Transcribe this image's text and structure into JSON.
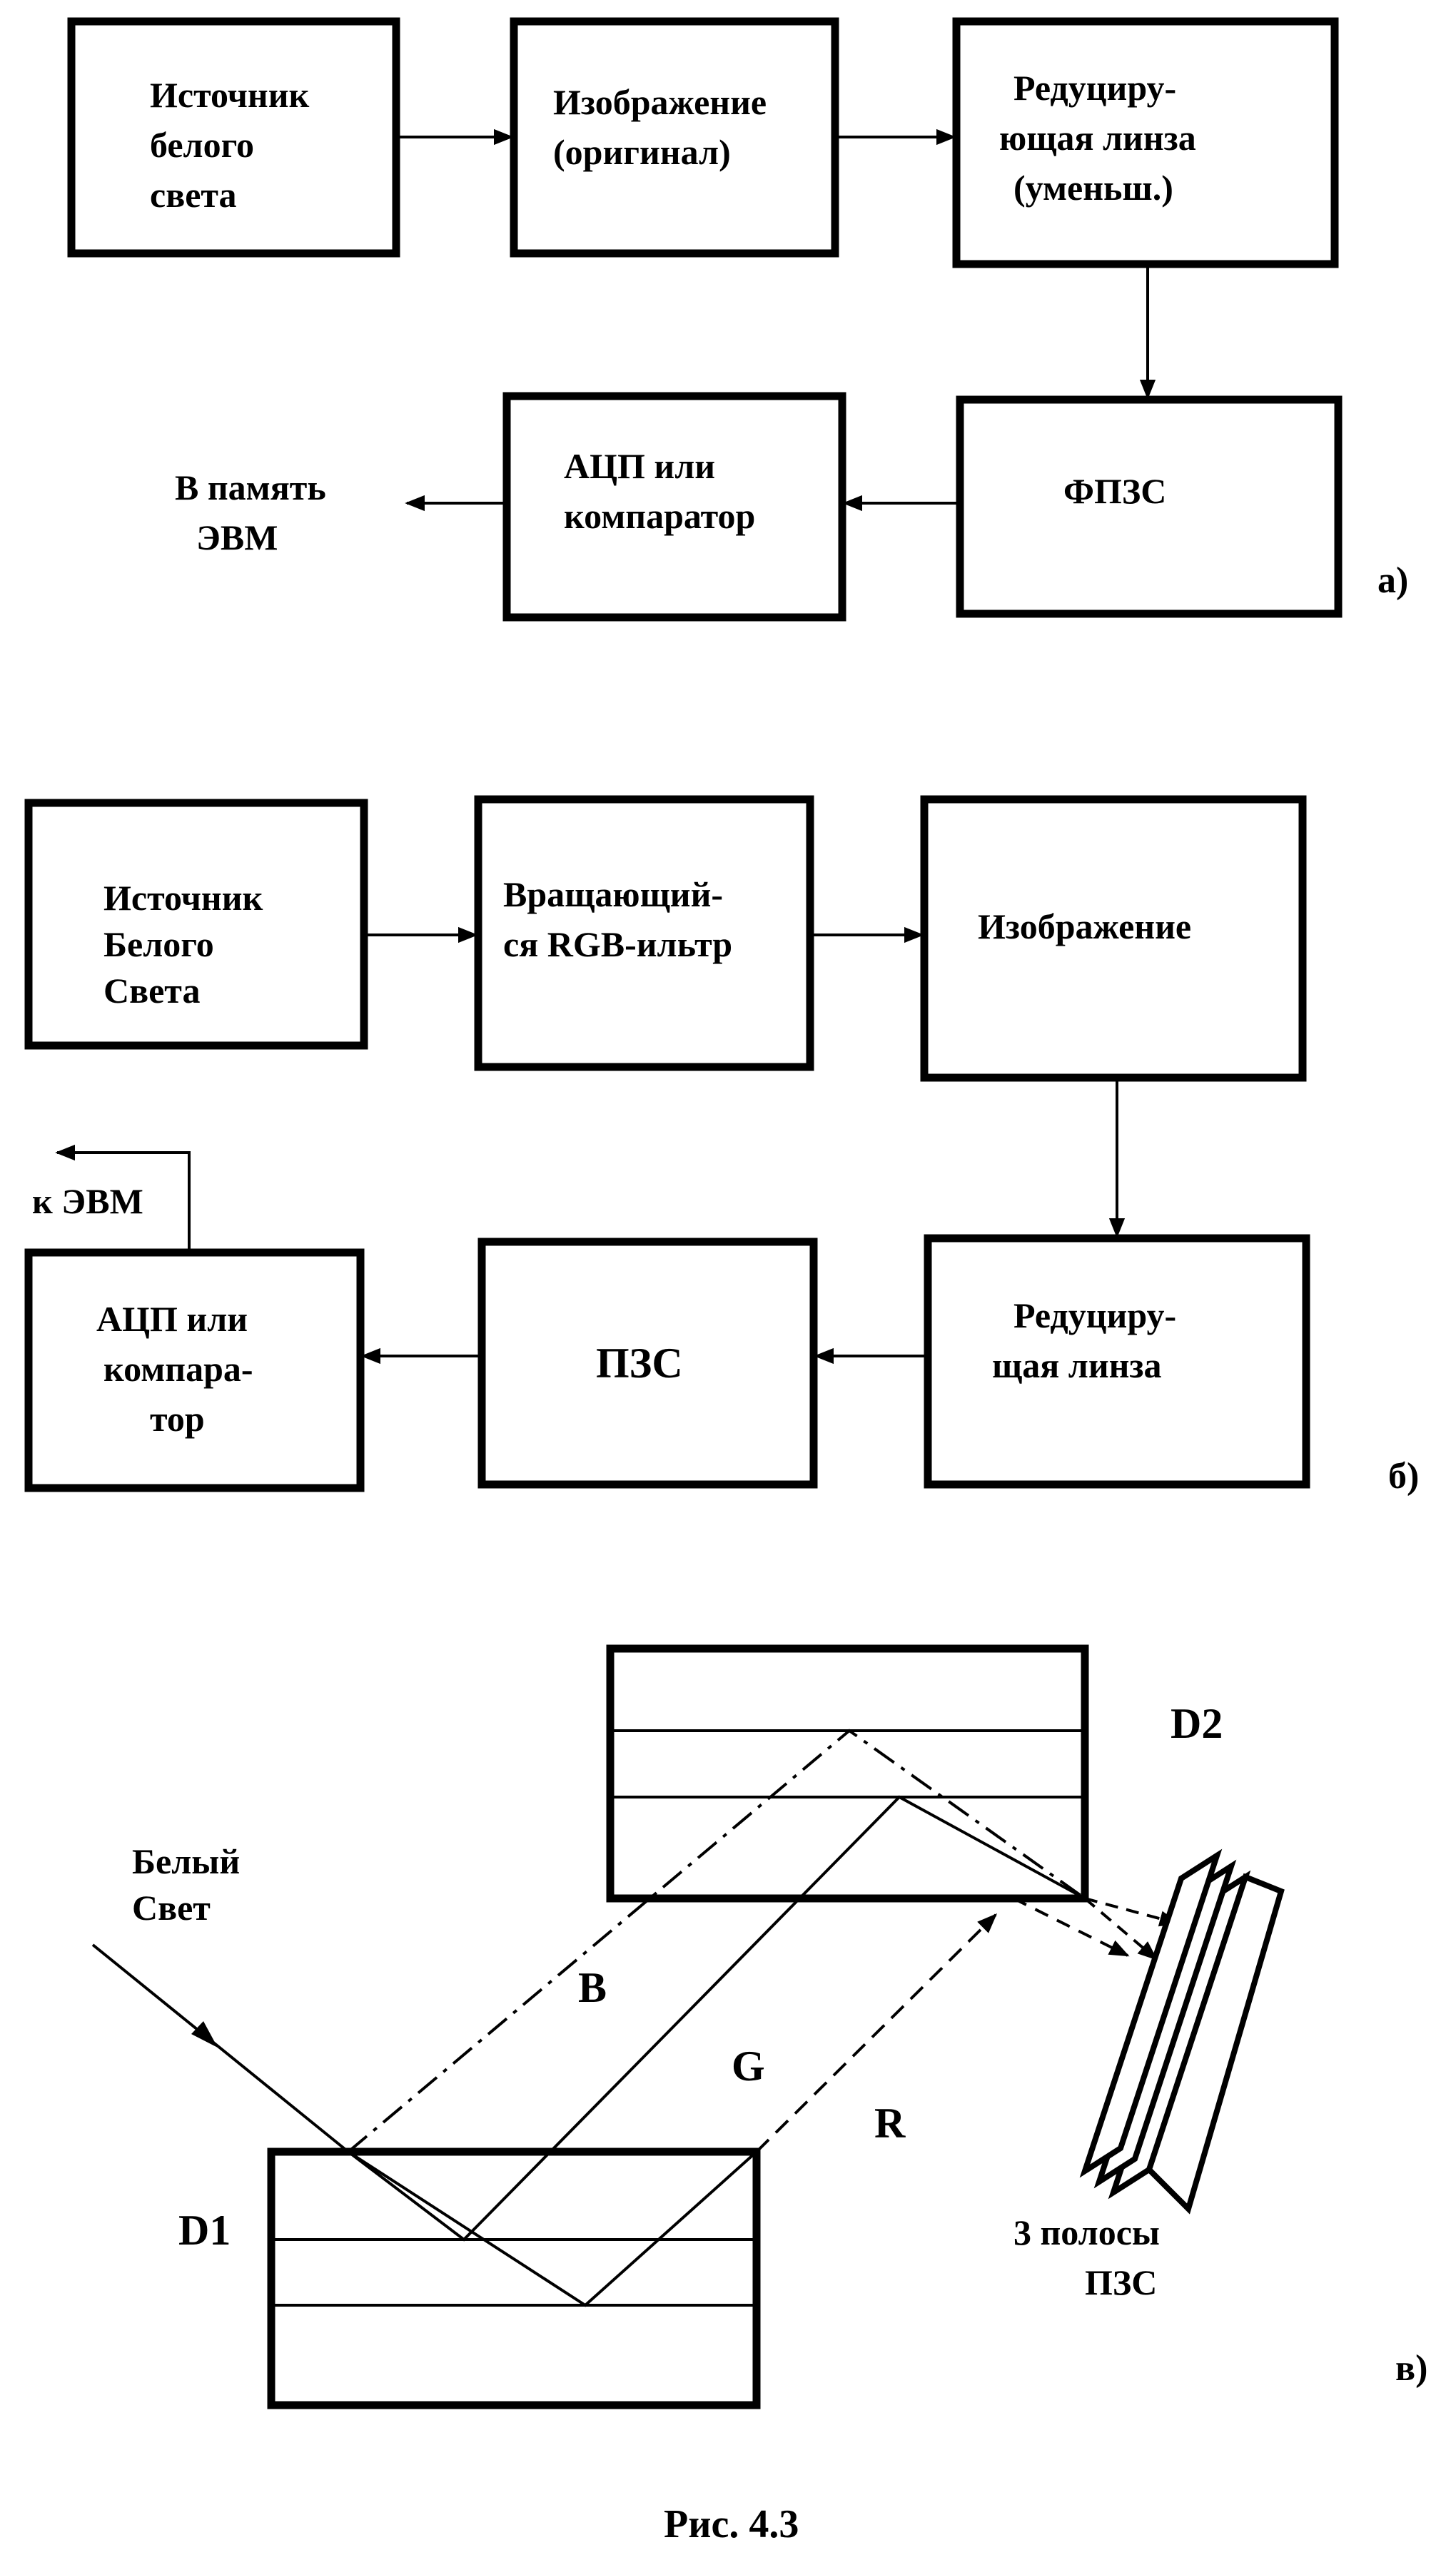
{
  "diagram_a": {
    "source": [
      "Источник",
      "белого",
      "света"
    ],
    "image": [
      "Изображение",
      "(оригинал)"
    ],
    "lens": [
      "Редуциру-",
      "ющая линза",
      "(уменьш.)"
    ],
    "sensor": "ФПЗС",
    "adc": [
      "АЦП или",
      "компаратор"
    ],
    "output": [
      "В память",
      "ЭВМ"
    ],
    "part_label": "а)"
  },
  "diagram_b": {
    "source": [
      "Источник",
      "Белого",
      "Света"
    ],
    "filter": [
      "Вращающий-",
      "ся RGB-ильтр"
    ],
    "image": "Изображение",
    "lens": [
      "Редуциру-",
      "щая линза"
    ],
    "ccd": "ПЗС",
    "adc": [
      "АЦП или",
      "компара-",
      "тор"
    ],
    "output": "к ЭВМ",
    "part_label": "б)"
  },
  "diagram_c": {
    "light": [
      "Белый",
      "Свет"
    ],
    "d1": "D1",
    "d2": "D2",
    "ray_b": "B",
    "ray_g": "G",
    "ray_r": "R",
    "ccd_strips": [
      "3 полосы",
      "ПЗС"
    ],
    "part_label": "в)"
  },
  "caption": "Рис. 4.3"
}
